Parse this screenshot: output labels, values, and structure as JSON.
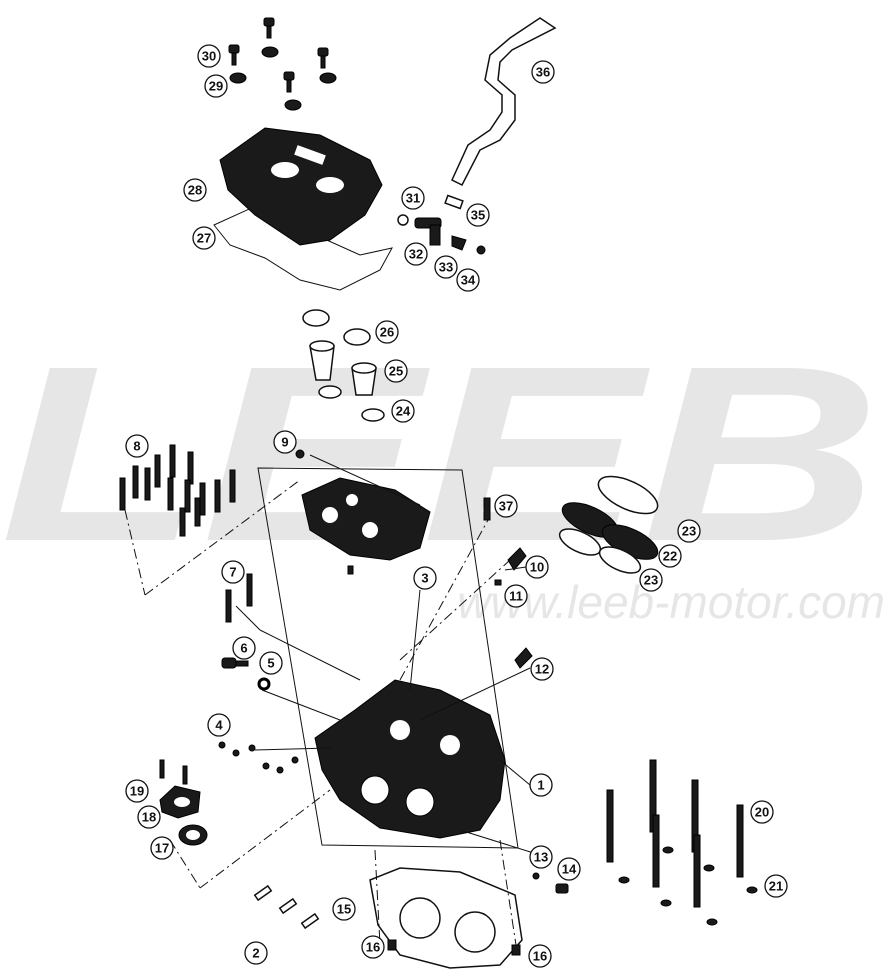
{
  "watermark": {
    "brand": "LEEB",
    "url": "www.leeb-motor.com",
    "color": "#e6e6e6"
  },
  "callouts": [
    {
      "id": "1",
      "label": "1"
    },
    {
      "id": "2",
      "label": "2"
    },
    {
      "id": "3",
      "label": "3"
    },
    {
      "id": "4",
      "label": "4"
    },
    {
      "id": "5",
      "label": "5"
    },
    {
      "id": "6",
      "label": "6"
    },
    {
      "id": "7",
      "label": "7"
    },
    {
      "id": "8",
      "label": "8"
    },
    {
      "id": "9",
      "label": "9"
    },
    {
      "id": "10",
      "label": "10"
    },
    {
      "id": "11",
      "label": "11"
    },
    {
      "id": "12",
      "label": "12"
    },
    {
      "id": "13",
      "label": "13"
    },
    {
      "id": "14",
      "label": "14"
    },
    {
      "id": "15",
      "label": "15"
    },
    {
      "id": "16a",
      "label": "16"
    },
    {
      "id": "16b",
      "label": "16"
    },
    {
      "id": "17",
      "label": "17"
    },
    {
      "id": "18",
      "label": "18"
    },
    {
      "id": "19",
      "label": "19"
    },
    {
      "id": "20",
      "label": "20"
    },
    {
      "id": "21",
      "label": "21"
    },
    {
      "id": "22",
      "label": "22"
    },
    {
      "id": "23a",
      "label": "23"
    },
    {
      "id": "23b",
      "label": "23"
    },
    {
      "id": "24",
      "label": "24"
    },
    {
      "id": "25",
      "label": "25"
    },
    {
      "id": "26",
      "label": "26"
    },
    {
      "id": "27",
      "label": "27"
    },
    {
      "id": "28",
      "label": "28"
    },
    {
      "id": "29",
      "label": "29"
    },
    {
      "id": "30",
      "label": "30"
    },
    {
      "id": "31",
      "label": "31"
    },
    {
      "id": "32",
      "label": "32"
    },
    {
      "id": "33",
      "label": "33"
    },
    {
      "id": "34",
      "label": "34"
    },
    {
      "id": "35",
      "label": "35"
    },
    {
      "id": "36",
      "label": "36"
    },
    {
      "id": "37",
      "label": "37"
    }
  ]
}
